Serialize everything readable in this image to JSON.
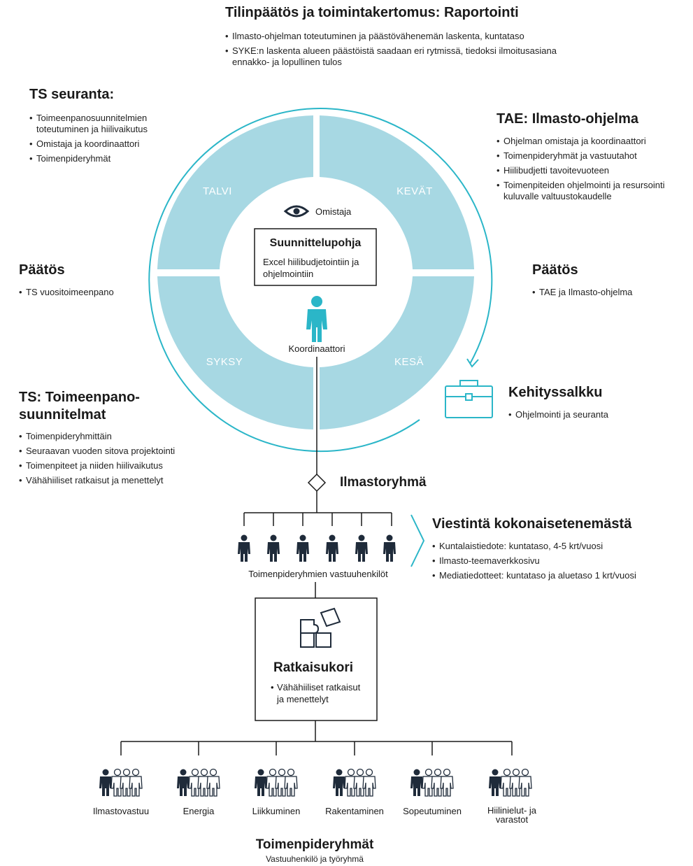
{
  "colors": {
    "segment": "#a7d8e3",
    "teal": "#2bb6c8",
    "dark": "#1f2b3a",
    "text": "#1a1a1a"
  },
  "top": {
    "title": "Tilinpäätös ja toimintakertomus: Raportointi",
    "items": [
      "Ilmasto-ohjelman toteutuminen ja päästövähenemän laskenta, kuntataso",
      "SYKE:n laskenta alueen päästöistä saadaan eri rytmissä, tiedoksi ilmoitusasiana ennakko- ja lopullinen tulos"
    ]
  },
  "ts_seuranta": {
    "title": "TS seuranta:",
    "items": [
      "Toimeenpanosuunnitelmien toteutuminen ja hiilivaikutus",
      "Omistaja ja koordinaattori",
      "Toimenpideryhmät"
    ]
  },
  "tae": {
    "title": "TAE: Ilmasto-ohjelma",
    "items": [
      "Ohjelman omistaja ja koordinaattori",
      "Toimenpideryhmät ja vastuutahot",
      "Hiilibudjetti tavoitevuoteen",
      "Toimenpiteiden ohjelmointi ja resursointi kuluvalle valtuustokaudelle"
    ]
  },
  "paatos_left": {
    "title": "Päätös",
    "items": [
      "TS vuositoimeenpano"
    ]
  },
  "paatos_right": {
    "title": "Päätös",
    "items": [
      "TAE ja Ilmasto-ohjelma"
    ]
  },
  "ts_toimeenpano": {
    "title_line1": "TS: Toimeenpano-",
    "title_line2": "suunnitelmat",
    "items": [
      "Toimenpideryhmittäin",
      "Seuraavan vuoden sitova projektointi",
      "Toimenpiteet ja niiden hiilivaikutus",
      "Vähähiiliset ratkaisut ja menettelyt"
    ]
  },
  "kehityssalkku": {
    "title": "Kehityssalkku",
    "items": [
      "Ohjelmointi ja seuranta"
    ]
  },
  "cycle": {
    "seasons": {
      "talvi": "TALVI",
      "kevat": "KEVÄT",
      "syksy": "SYKSY",
      "kesa": "KESÄ"
    },
    "owner_label": "Omistaja",
    "planning_title": "Suunnittelupohja",
    "planning_line1": "Excel hiilibudjetointiin ja",
    "planning_line2": "ohjelmointiin",
    "coordinator_label": "Koordinaattori"
  },
  "ilmastoryhma": "Ilmastoryhmä",
  "vastuuhenkilot_label": "Toimenpideryhmien vastuuhenkilöt",
  "viestinta": {
    "title": "Viestintä kokonaisetenemästä",
    "items": [
      "Kuntalaistiedote: kuntataso, 4-5 krt/vuosi",
      "Ilmasto-teemaverkkosivu",
      "Mediatiedotteet: kuntataso ja aluetaso 1 krt/vuosi"
    ]
  },
  "ratkaisukori": {
    "title": "Ratkaisukori",
    "item_line1": "Vähähiiliset ratkaisut",
    "item_line2": "ja menettelyt"
  },
  "groups": [
    {
      "label": "Ilmastovastuu"
    },
    {
      "label": "Energia"
    },
    {
      "label": "Liikkuminen"
    },
    {
      "label": "Rakentaminen"
    },
    {
      "label": "Sopeutuminen"
    },
    {
      "label": "Hiilinielut- ja",
      "label2": "varastot"
    }
  ],
  "bottom": {
    "title": "Toimenpideryhmät",
    "subtitle": "Vastuuhenkilö ja työryhmä"
  },
  "icons": [
    "eye-icon",
    "person-icon",
    "briefcase-icon",
    "puzzle-icon",
    "diamond-icon",
    "chevron-right-icon",
    "arrow-down-icon"
  ]
}
